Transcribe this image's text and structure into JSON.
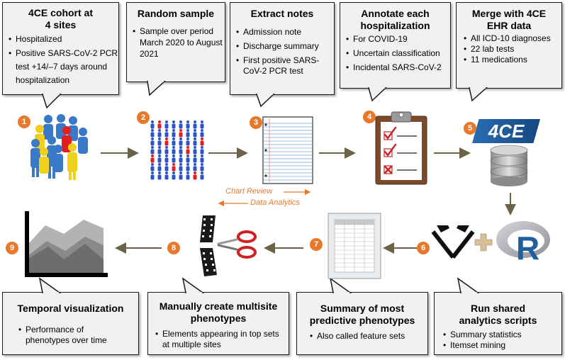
{
  "steps": [
    {
      "number": "1",
      "title_lines": [
        "4CE cohort at",
        "4 sites"
      ],
      "bullets": [
        "Hospitalized",
        "Positive SARS-CoV-2 PCR test +14/–7 days around hospitalization"
      ]
    },
    {
      "number": "2",
      "title_lines": [
        "Random sample"
      ],
      "bullets": [
        "Sample over period March 2020 to August 2021"
      ]
    },
    {
      "number": "3",
      "title_lines": [
        "Extract notes"
      ],
      "bullets": [
        "Admission note",
        "Discharge summary",
        "First positive SARS-CoV-2 PCR test"
      ]
    },
    {
      "number": "4",
      "title_lines": [
        "Annotate each",
        "hospitalization"
      ],
      "bullets": [
        "For COVID-19",
        "Uncertain classification",
        "Incidental SARS-CoV-2"
      ]
    },
    {
      "number": "5",
      "title_lines": [
        "Merge with 4CE",
        "EHR data"
      ],
      "bullets": [
        "All ICD-10 diagnoses",
        "22 lab tests",
        "11 medications"
      ]
    },
    {
      "number": "6",
      "title_lines": [
        "Run shared",
        "analytics scripts"
      ],
      "bullets": [
        "Summary statistics",
        "Itemset mining"
      ]
    },
    {
      "number": "7",
      "title_lines": [
        "Summary of most",
        "predictive phenotypes"
      ],
      "bullets": [
        "Also called feature sets"
      ]
    },
    {
      "number": "8",
      "title_lines": [
        "Manually create multisite",
        "phenotypes"
      ],
      "bullets": [
        "Elements appearing in top sets at multiple sites"
      ]
    },
    {
      "number": "9",
      "title_lines": [
        "Temporal visualization"
      ],
      "bullets": [
        "Performance of phenotypes over time"
      ]
    }
  ],
  "labels": {
    "chart_review": "Chart Review",
    "data_analytics": "Data Analytics"
  },
  "logos": {
    "fource": "4CE",
    "r": "R"
  },
  "colors": {
    "accent": "#e8792b",
    "arrow": "#6b6248",
    "callout_bg": "#f1f1f1",
    "logo_blue": "#1f5f9e"
  }
}
